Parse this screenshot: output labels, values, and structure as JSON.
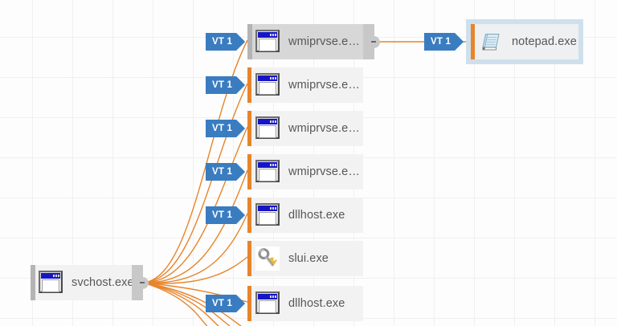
{
  "graph": {
    "background_color": "#fdfdfd",
    "grid_color": "#f0f0f0",
    "edge_color": "#e8842a",
    "accent_color": "#e8842a",
    "badge_color": "#3a7cc0",
    "selection_color": "#cfe0ec",
    "node_background": "#f2f2f2",
    "node_background_highlighted": "#d7d7d7"
  },
  "root": {
    "label": "svchost.exe",
    "icon": "window-icon",
    "badge": null,
    "handle": "collapse-handle-minus"
  },
  "children": [
    {
      "label": "wmiprvse.e…",
      "icon": "window-icon",
      "badge": "VT 1",
      "accent": "gray",
      "state": "highlighted",
      "handle": "collapse-handle-minus"
    },
    {
      "label": "wmiprvse.e…",
      "icon": "window-icon",
      "badge": "VT 1",
      "accent": "orange",
      "state": "normal",
      "handle": null
    },
    {
      "label": "wmiprvse.e…",
      "icon": "window-icon",
      "badge": "VT 1",
      "accent": "orange",
      "state": "normal",
      "handle": null
    },
    {
      "label": "wmiprvse.e…",
      "icon": "window-icon",
      "badge": "VT 1",
      "accent": "orange",
      "state": "normal",
      "handle": null
    },
    {
      "label": "dllhost.exe",
      "icon": "window-icon",
      "badge": "VT 1",
      "accent": "orange",
      "state": "normal",
      "handle": null
    },
    {
      "label": "slui.exe",
      "icon": "key-icon",
      "badge": null,
      "accent": "orange",
      "state": "normal",
      "handle": null
    },
    {
      "label": "dllhost.exe",
      "icon": "window-icon",
      "badge": "VT 1",
      "accent": "orange",
      "state": "normal",
      "handle": null
    }
  ],
  "grandchildren": [
    {
      "label": "notepad.exe",
      "icon": "notepad-icon",
      "badge": "VT 1",
      "accent": "orange",
      "state": "selected",
      "handle": null
    }
  ]
}
